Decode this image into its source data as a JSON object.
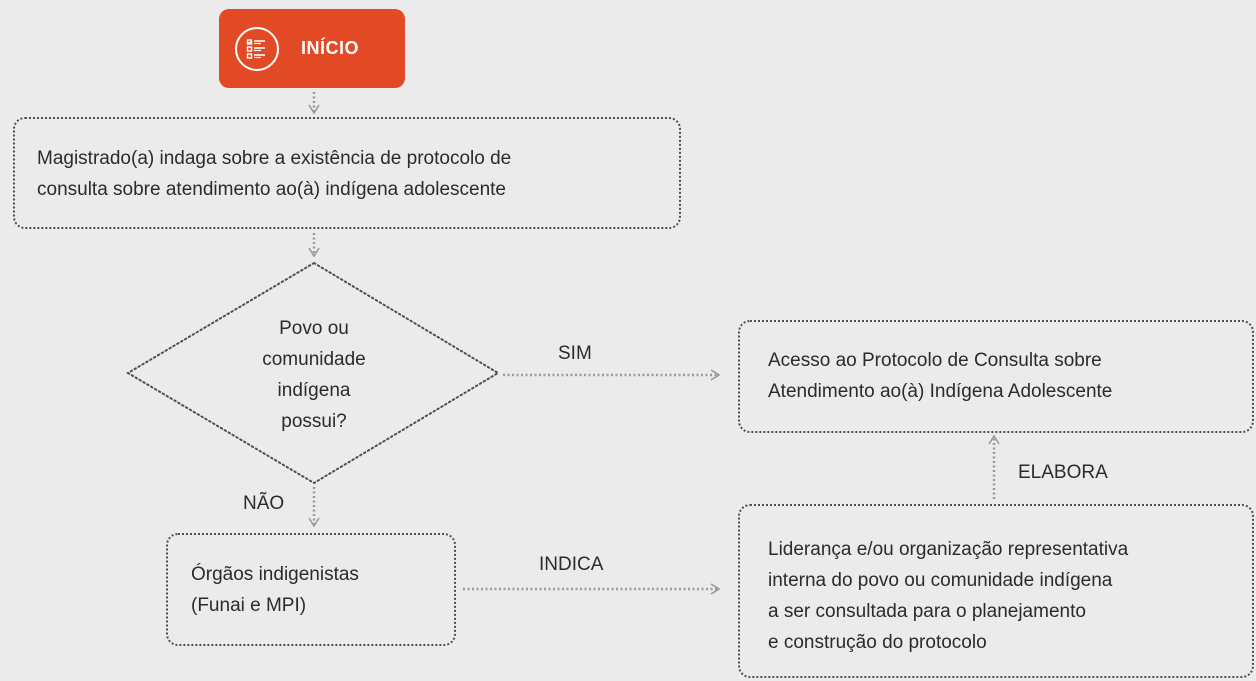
{
  "start": {
    "label": "INÍCIO",
    "icon": "checklist-icon",
    "color": "#e24a26"
  },
  "nodes": {
    "magistrado": {
      "lines": [
        "Magistrado(a) indaga sobre a existência de protocolo de",
        "consulta sobre atendimento ao(à) indígena adolescente"
      ]
    },
    "decision": {
      "lines": [
        "Povo ou",
        "comunidade",
        "indígena",
        "possui?"
      ]
    },
    "acesso": {
      "lines": [
        "Acesso ao Protocolo de Consulta sobre",
        "Atendimento ao(à) Indígena Adolescente"
      ]
    },
    "orgaos": {
      "lines": [
        "Órgãos indigenistas",
        "(Funai e MPI)"
      ]
    },
    "lideranca": {
      "lines": [
        "Liderança e/ou organização representativa",
        "interna do povo ou comunidade indígena",
        "a ser consultada para o planejamento",
        "e construção do protocolo"
      ]
    }
  },
  "edges": {
    "sim": "SIM",
    "nao": "NÃO",
    "indica": "INDICA",
    "elabora": "ELABORA"
  },
  "colors": {
    "background": "#ebebeb",
    "border": "#4f4f4f",
    "connector": "#9a9a9a",
    "text": "#2b2b2b"
  }
}
